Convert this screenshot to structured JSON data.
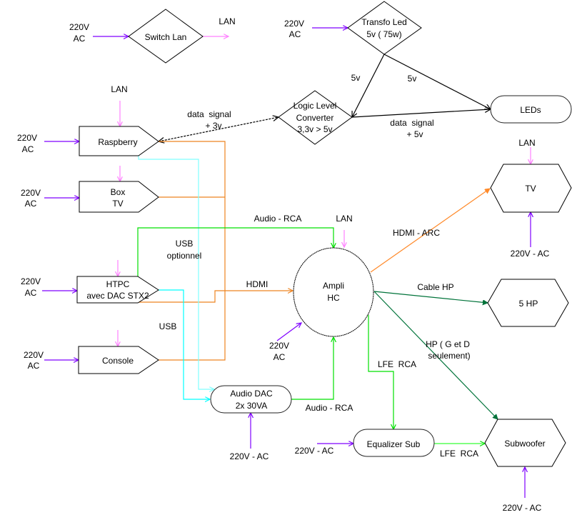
{
  "colors": {
    "power": "#7f00ff",
    "lan": "#ff80ff",
    "video": "#ee8420",
    "arc": "#ff8a2a",
    "usb": "#00ffff",
    "usb_optional": "#80ffff",
    "audio": "#00e000",
    "speaker": "#00733a",
    "lfe_out": "#80ff80",
    "signal": "#000000"
  },
  "nodes": {
    "switch_lan": {
      "label": "Switch Lan"
    },
    "transfo_led": {
      "line1": "Transfo Led",
      "line2": "5v ( 75w)"
    },
    "logic_converter": {
      "line1": "Logic Level",
      "line2": "Converter",
      "line3": "3,3v > 5v"
    },
    "leds": {
      "label": "LEDs"
    },
    "raspberry": {
      "label": "Raspberry"
    },
    "box_tv": {
      "line1": "Box",
      "line2": "TV"
    },
    "htpc": {
      "line1": "HTPC",
      "line2": "avec DAC STX2"
    },
    "console": {
      "label": "Console"
    },
    "ampli": {
      "line1": "Ampli",
      "line2": "HC"
    },
    "tv": {
      "label": "TV"
    },
    "five_hp": {
      "label": "5 HP"
    },
    "audio_dac": {
      "line1": "Audio DAC",
      "line2": "2x 30VA"
    },
    "equalizer_sub": {
      "label": "Equalizer Sub"
    },
    "subwoofer": {
      "label": "Subwoofer"
    }
  },
  "power_labels": {
    "switch_lan": {
      "line1": "220V",
      "line2": "AC"
    },
    "transfo_led": {
      "line1": "220V",
      "line2": "AC"
    },
    "raspberry": {
      "line1": "220V",
      "line2": "AC"
    },
    "box_tv": {
      "line1": "220V",
      "line2": "AC"
    },
    "htpc": {
      "line1": "220V",
      "line2": "AC"
    },
    "console": {
      "line1": "220V",
      "line2": "AC"
    },
    "ampli": {
      "line1": "220V",
      "line2": "AC"
    },
    "audio_dac": "220V - AC",
    "equalizer_sub": "220V - AC",
    "subwoofer": "220V - AC",
    "tv": "220V - AC"
  },
  "lan_labels": {
    "switch_out": "LAN",
    "raspberry": "LAN",
    "ampli": "LAN",
    "tv": "LAN"
  },
  "edge_labels": {
    "transfo_to_logic": "5v",
    "transfo_to_leds": "5v",
    "logic_to_leds": {
      "line1": "data  signal",
      "line2": "+ 5v"
    },
    "raspberry_to_logic": {
      "line1": "data  signal",
      "line2": "+ 3v"
    },
    "htpc_audio_rca": "Audio - RCA",
    "usb_optional": {
      "line1": "USB",
      "line2": "optionnel"
    },
    "hdmi": "HDMI",
    "usb": "USB",
    "hdmi_arc": "HDMI - ARC",
    "cable_hp": "Cable HP",
    "hp_front": {
      "line1": "HP ( G et D",
      "line2": "seulement)"
    },
    "lfe_rca_in": "LFE  RCA",
    "dac_audio_rca": "Audio - RCA",
    "lfe_rca_out": "LFE  RCA"
  }
}
